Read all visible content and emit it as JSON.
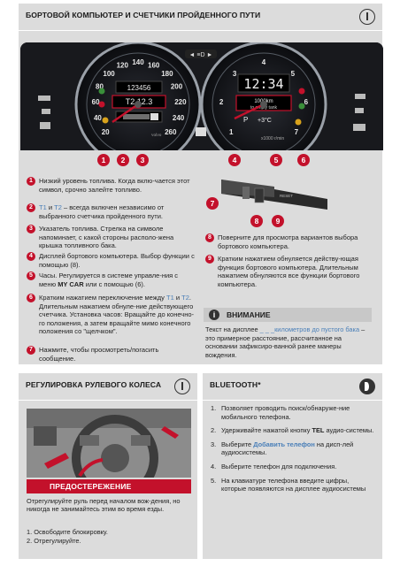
{
  "top": {
    "header": "БОРТОВОЙ КОМПЬЮТЕР И СЧЕТЧИКИ ПРОЙДЕННОГО ПУТИ",
    "icon": "info-circle-icon",
    "dash": {
      "speed_ticks": [
        "20",
        "40",
        "60",
        "80",
        "100",
        "120",
        "140",
        "160",
        "180",
        "200",
        "220",
        "240",
        "260"
      ],
      "rpm_ticks": [
        "1",
        "2",
        "3",
        "4",
        "5",
        "6",
        "7"
      ],
      "odometer": "123456",
      "trip": "T2 12.3",
      "clock": "12:34",
      "range": "1000km",
      "range_sub": "to empty tank",
      "temp": "+3°C",
      "gear": "P",
      "brand": "volvo",
      "rpm_label": "x1000 r/min"
    },
    "callouts": [
      "1",
      "2",
      "3",
      "4",
      "5",
      "6"
    ],
    "items_left": [
      {
        "n": "1",
        "text": "Низкий уровень топлива. Когда вклю-чается этот символ, срочно залейте топливо."
      },
      {
        "n": "2",
        "t1": "T1",
        "and": " и ",
        "t2": "T2",
        "text": " – всегда включен независимо от выбранного счетчика пройденного пути."
      },
      {
        "n": "3",
        "text": "Указатель топлива. Стрелка на символе напоминает, с какой стороны располо-жена крышка топливного бака."
      },
      {
        "n": "4",
        "text": "Дисплей бортового компьютера. Выбор функции с помощью (8)."
      },
      {
        "n": "5",
        "text_a": "Часы. Регулируется в системе управле-ния с меню ",
        "mycar": "MY CAR",
        "text_b": " или с помощью (6)."
      },
      {
        "n": "6",
        "text_a": "Кратким нажатием переключение между ",
        "t1": "T1",
        "and": " и ",
        "t2": "T2",
        "text_b": ". Длительным нажатием обнуле-ние действующего счетчика. Установка часов: Вращайте до конечно-го положения, а затем вращайте мимо конечного положения со \"щелчком\"."
      },
      {
        "n": "7",
        "text": "Нажмите, чтобы просмотреть/погасить сообщение."
      }
    ],
    "stalk_callouts": [
      "7",
      "8",
      "9"
    ],
    "items_right": [
      {
        "n": "8",
        "text": "Поверните для просмотра вариантов выбора бортового компьютера."
      },
      {
        "n": "9",
        "text": "Кратким нажатием обнуляется действу-ющая функция бортового компьютера. Длительным нажатием обнуляются все функции бортового компьютера."
      }
    ],
    "warning_title": "ВНИМАНИЕ",
    "warning_text_a": "Текст на дисплее ",
    "warning_hl": "_ _ _километров до пустого бака",
    "warning_text_b": " – это примерное расстояние, рассчитанное на основании зафиксиро-ванной ранее манеры вождения."
  },
  "bottom_left": {
    "header": "РЕГУЛИРОВКА РУЛЕВОГО КОЛЕСА",
    "icon": "info-circle-icon",
    "caution_title": "ПРЕДОСТЕРЕЖЕНИЕ",
    "caution_text": "Отрегулируйте руль перед началом вож-дения, но никогда не занимайтесь этим во время езды.",
    "steps": [
      "1. Освободите блокировку.",
      "2. Отрегулируйте."
    ]
  },
  "bottom_right": {
    "header": "BLUETOOTH*",
    "icon": "bluetooth-circle-icon",
    "steps": [
      {
        "n": "1.",
        "text": "Позволяет проводить поиск/обнаруже-ние мобильного телефона."
      },
      {
        "n": "2.",
        "text_a": "Удерживайте нажатой кнопку ",
        "tel": "TEL",
        "text_b": " аудио-системы."
      },
      {
        "n": "3.",
        "text_a": "Выберите ",
        "add": "Добавить телефон",
        "text_b": " на дисп-лей аудиосистемы."
      },
      {
        "n": "4.",
        "text": "Выберите телефон для подключения."
      },
      {
        "n": "5.",
        "text": "На клавиатуре телефона введите цифры, которые появляются на дисплее аудиосистемы"
      }
    ]
  },
  "colors": {
    "accent_red": "#c3112b",
    "link_blue": "#4a7fb8",
    "panel_gray": "#dcdcdc"
  }
}
